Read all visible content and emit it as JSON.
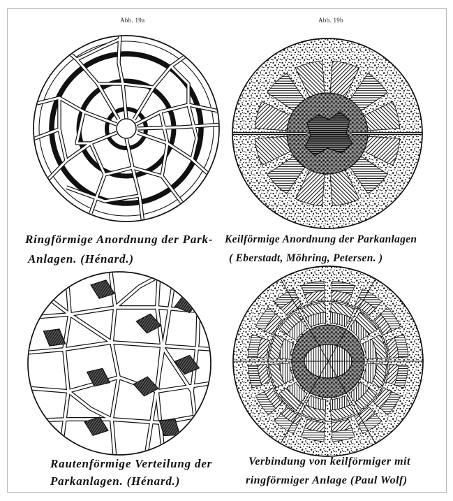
{
  "labels": {
    "fig_a": "Abb. 19a",
    "fig_b": "Abb. 19b"
  },
  "captions": {
    "top_left": [
      "Ringförmige Anordnung der Park-",
      "Anlagen. (Hénard.)"
    ],
    "top_right": [
      "Keilförmige Anordnung der Parkanlagen",
      "( Eberstadt, Möhring, Petersen. )"
    ],
    "bottom_left": [
      "Rautenförmige Verteilung der",
      "Parkanlagen. (Hénard.)"
    ],
    "bottom_right": [
      "Verbindung von keilförmiger mit",
      "ringförmiger Anlage (Paul Wolf)"
    ]
  },
  "colors": {
    "ink": "#111111",
    "paper": "#ffffff"
  }
}
